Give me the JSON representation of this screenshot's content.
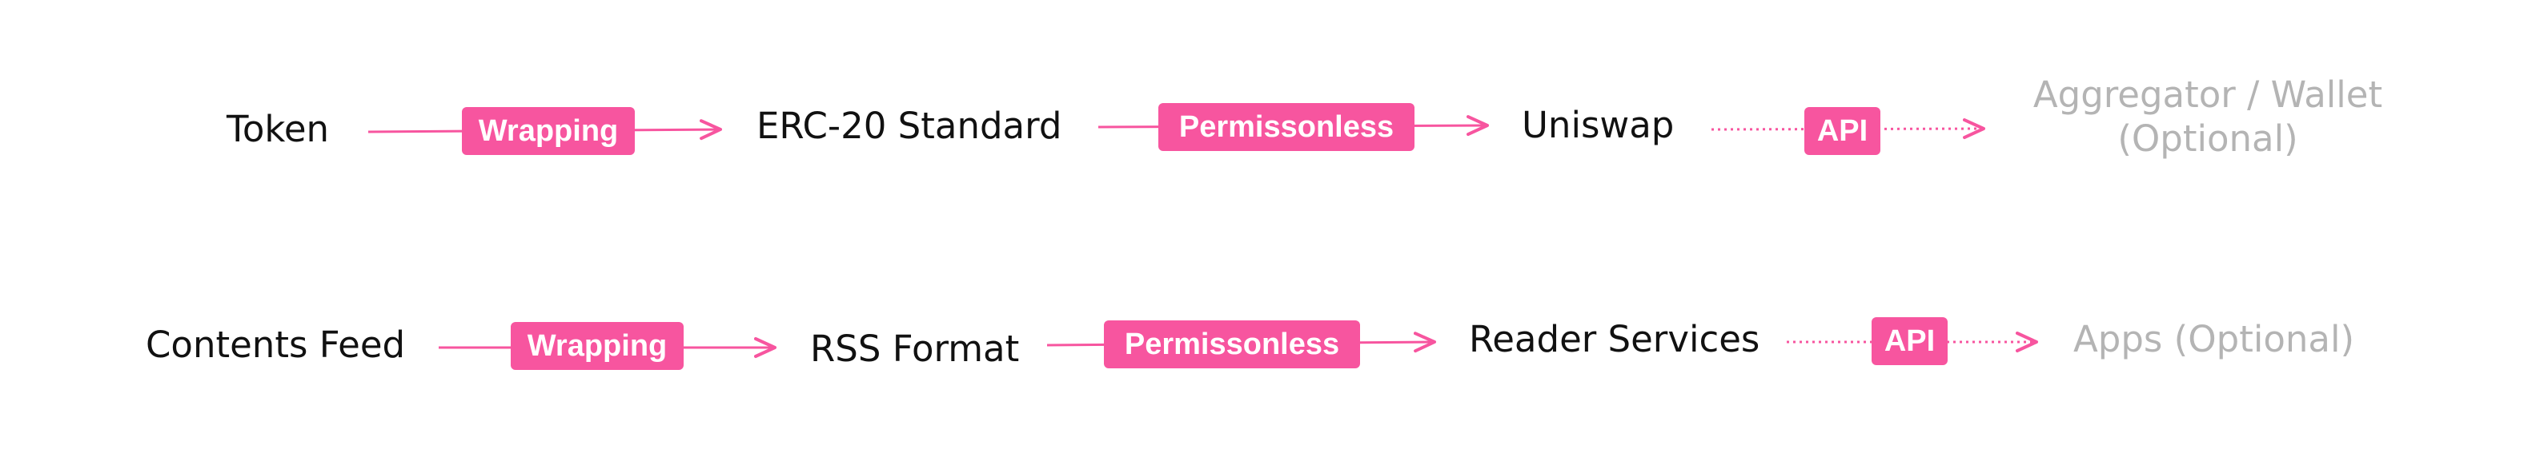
{
  "colors": {
    "accent": "#f7559f",
    "text": "#111111",
    "optional_text": "#b4b4b4"
  },
  "rows": [
    {
      "source": "Token",
      "step1": "Wrapping",
      "format": "ERC-20 Standard",
      "step2": "Permissonless",
      "service": "Uniswap",
      "step3": "API",
      "consumer_line1": "Aggregator / Wallet",
      "consumer_line2": "(Optional)"
    },
    {
      "source": "Contents Feed",
      "step1": "Wrapping",
      "format": "RSS Format",
      "step2": "Permissonless",
      "service": "Reader Services",
      "step3": "API",
      "consumer_line1": "Apps (Optional)"
    }
  ]
}
